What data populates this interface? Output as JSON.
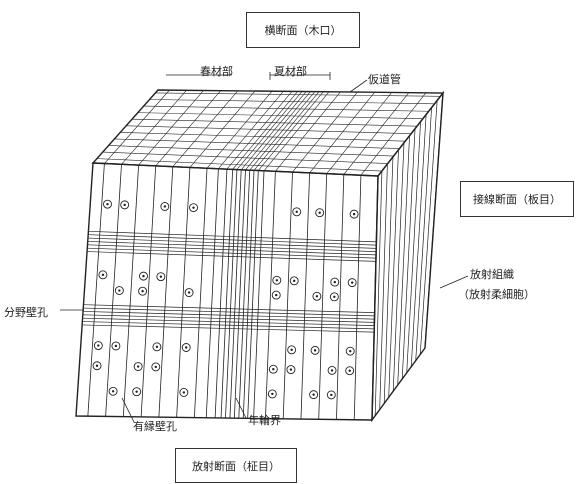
{
  "labels": {
    "cross_section": "横断面（木口）",
    "earlywood": "春材部",
    "latewood": "夏材部",
    "tracheid": "仮道管",
    "tangential_section": "接線断面（板目）",
    "ray_tissue_line1": "放射組織",
    "ray_tissue_line2": "（放射柔細胞）",
    "cross_field_pit": "分野壁孔",
    "bordered_pit": "有縁壁孔",
    "annual_ring_boundary": "年輪界",
    "radial_section": "放射断面（柾目）"
  },
  "colors": {
    "ink": "#222222",
    "paper": "#ffffff"
  }
}
